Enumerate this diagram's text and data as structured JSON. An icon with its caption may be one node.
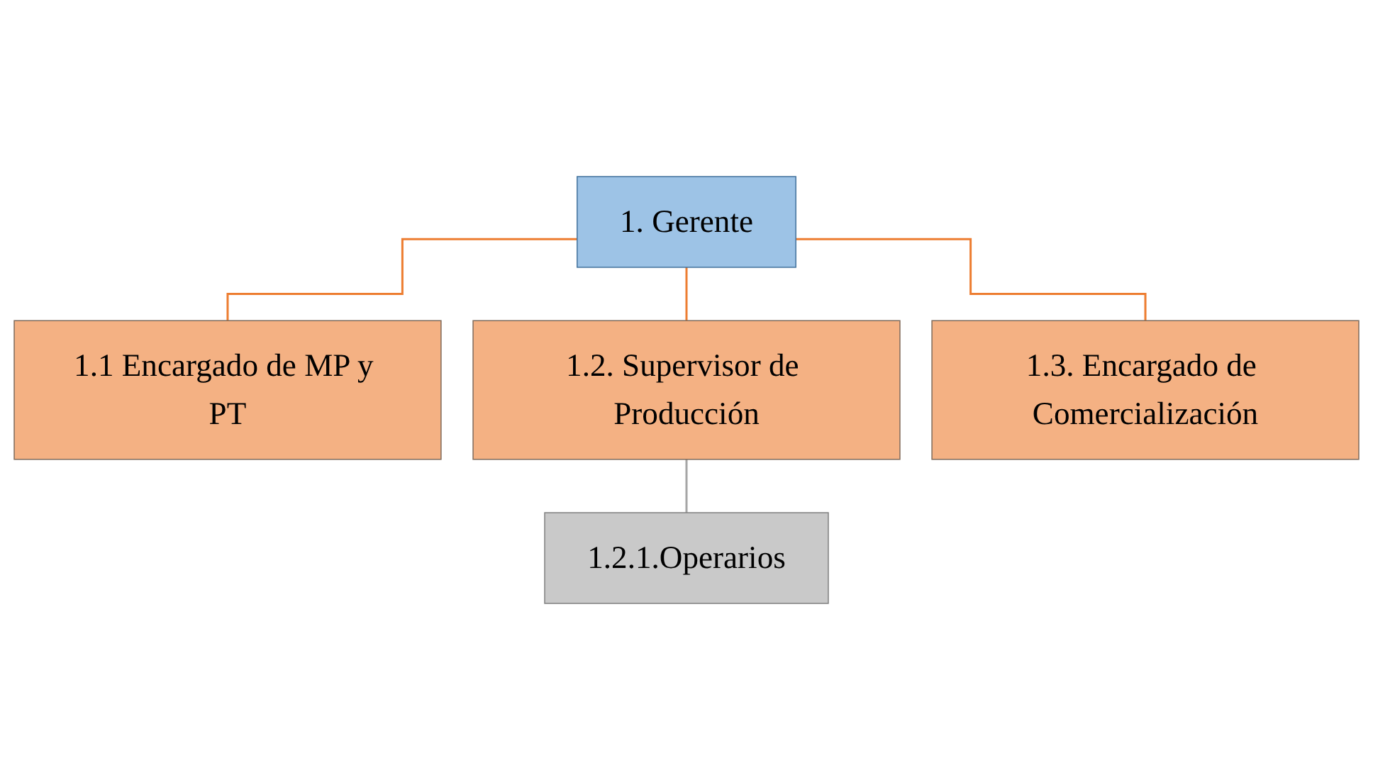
{
  "diagram": {
    "nodes": [
      {
        "text": [
          "1. Gerente"
        ]
      },
      {
        "text": [
          "1.1 Encargado de MP y PT"
        ]
      },
      {
        "text": [
          "1.2. Supervisor de Producción"
        ]
      },
      {
        "text": [
          "1.3. Encargado de Comercialización"
        ]
      },
      {
        "text": [
          "1.2.1.Operarios"
        ]
      }
    ],
    "edges": [
      {
        "from": 0,
        "to": 1,
        "arrow": "none"
      },
      {
        "from": 0,
        "to": 2,
        "arrow": "none"
      },
      {
        "from": 0,
        "to": 3,
        "arrow": "none"
      },
      {
        "from": 2,
        "to": 4,
        "arrow": "none",
        "color": "#a5a5a5"
      }
    ]
  }
}
